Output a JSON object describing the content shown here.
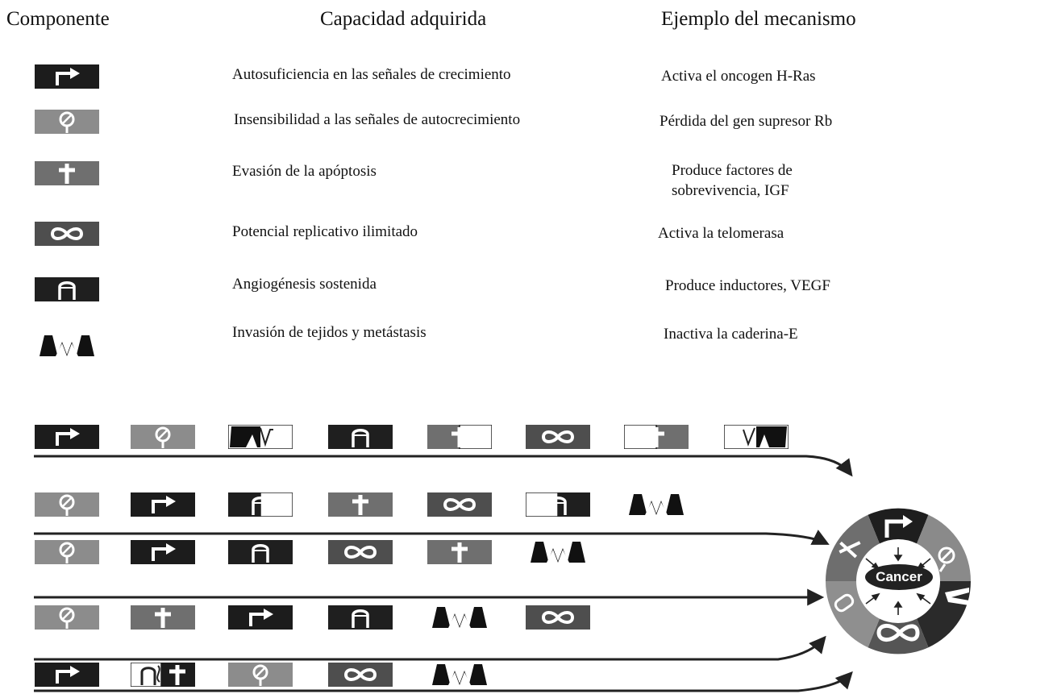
{
  "headers": {
    "component": "Componente",
    "capability": "Capacidad adquirida",
    "mechanism": "Ejemplo del mecanismo"
  },
  "table": [
    {
      "icon": "growth-arrow",
      "capability": "Autosuficiencia en las señales de crecimiento",
      "mechanism": "Activa el oncogen H-Ras"
    },
    {
      "icon": "stop-sign",
      "capability": "Insensibilidad a las señales de autocrecimiento",
      "mechanism": "Pérdida del gen supresor Rb"
    },
    {
      "icon": "cross",
      "capability": "Evasión de la apóptosis",
      "mechanism": "Produce factores de sobrevivencia, IGF"
    },
    {
      "icon": "infinity",
      "capability": "Potencial replicativo ilimitado",
      "mechanism": "Activa la telomerasa"
    },
    {
      "icon": "vessel",
      "capability": "Angiogénesis sostenida",
      "mechanism": "Produce inductores, VEGF"
    },
    {
      "icon": "invasion",
      "capability": "Invasión de tejidos y metástasis",
      "mechanism": "Inactiva la caderina-E"
    }
  ],
  "pathways": [
    [
      "growth-arrow",
      "stop-sign",
      "invasion-half",
      "vessel",
      "cross-half",
      "infinity",
      "cross-half-left",
      "invasion-half-left"
    ],
    [
      "stop-sign",
      "growth-arrow",
      "vessel-half",
      "cross",
      "infinity",
      "vessel-half-left",
      "invasion"
    ],
    [
      "stop-sign",
      "growth-arrow",
      "vessel",
      "infinity",
      "cross",
      "invasion"
    ],
    [
      "stop-sign",
      "cross",
      "growth-arrow",
      "vessel",
      "invasion",
      "infinity"
    ],
    [
      "growth-arrow",
      "vessel-cross",
      "stop-sign",
      "infinity",
      "invasion"
    ]
  ],
  "center_label": "Cancer"
}
